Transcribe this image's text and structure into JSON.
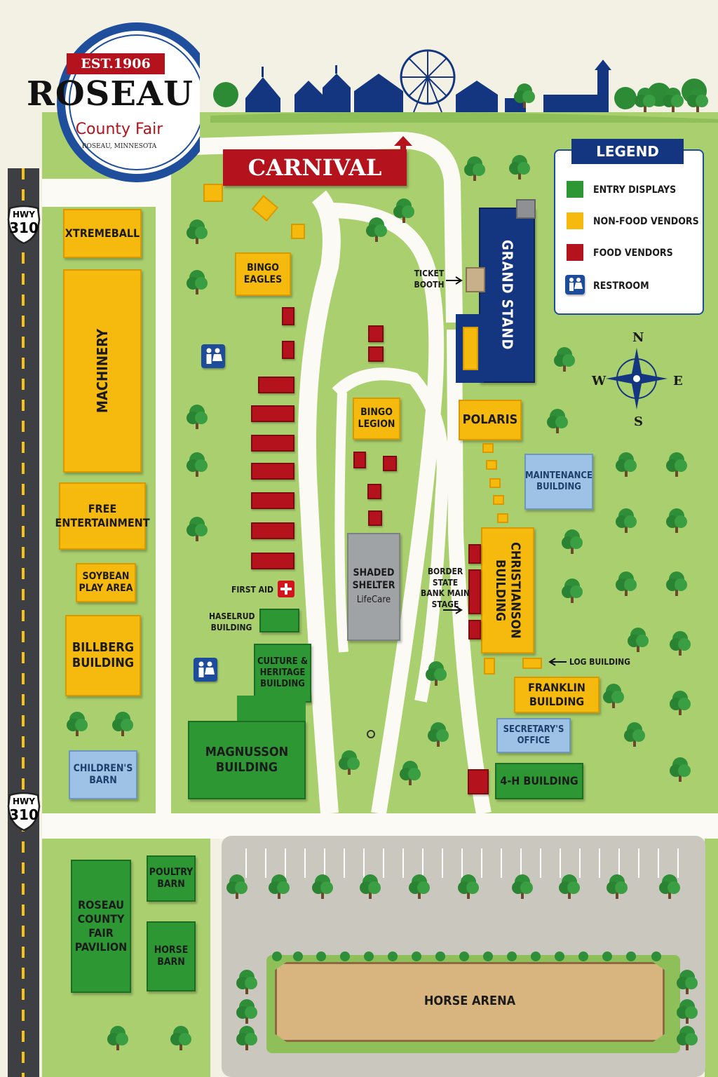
{
  "header": {
    "logo_est": "EST.1906",
    "logo_name": "ROSEAU",
    "logo_sub": "County Fair",
    "logo_place": "ROSEAU, MINNESOTA",
    "carnival_banner": "CARNIVAL"
  },
  "highway": {
    "label": "HWY",
    "number": "310"
  },
  "legend": {
    "title": "LEGEND",
    "items": [
      {
        "label": "ENTRY DISPLAYS",
        "color": "#2c9733"
      },
      {
        "label": "NON-FOOD VENDORS",
        "color": "#f6b90e"
      },
      {
        "label": "FOOD VENDORS",
        "color": "#b4121c"
      },
      {
        "label": "RESTROOM",
        "icon": "restroom-icon"
      }
    ]
  },
  "compass": {
    "n": "N",
    "s": "S",
    "e": "E",
    "w": "W"
  },
  "buildings": {
    "xtremeball": "XTREMEBALL",
    "machinery": "MACHINERY",
    "free_entertainment": "FREE ENTERTAINMENT",
    "soybean": "SOYBEAN PLAY AREA",
    "billberg": "BILLBERG BUILDING",
    "childrens_barn": "CHILDREN'S BARN",
    "bingo_eagles": "BINGO EAGLES",
    "bingo_legion": "BINGO LEGION",
    "shaded_shelter": "SHADED SHELTER",
    "shaded_sub": "LifeCare",
    "culture": "CULTURE & HERITAGE BUILDING",
    "magnusson": "MAGNUSSON BUILDING",
    "grand_stand": "GRAND STAND",
    "polaris": "POLARIS",
    "maintenance": "MAINTENANCE BUILDING",
    "christianson": "CHRISTIANSON BUILDING",
    "franklin": "FRANKLIN BUILDING",
    "secretary": "SECRETARY'S OFFICE",
    "four_h": "4-H BUILDING",
    "pavilion": "ROSEAU COUNTY FAIR PAVILION",
    "poultry": "POULTRY BARN",
    "horse_barn": "HORSE BARN",
    "horse_arena": "HORSE ARENA"
  },
  "labels": {
    "ticket_booth": "TICKET BOOTH",
    "first_aid": "FIRST AID",
    "haselrud": "HASELRUD BUILDING",
    "border_stage": "BORDER STATE BANK MAIN STAGE",
    "log_building": "LOG BUILDING"
  }
}
